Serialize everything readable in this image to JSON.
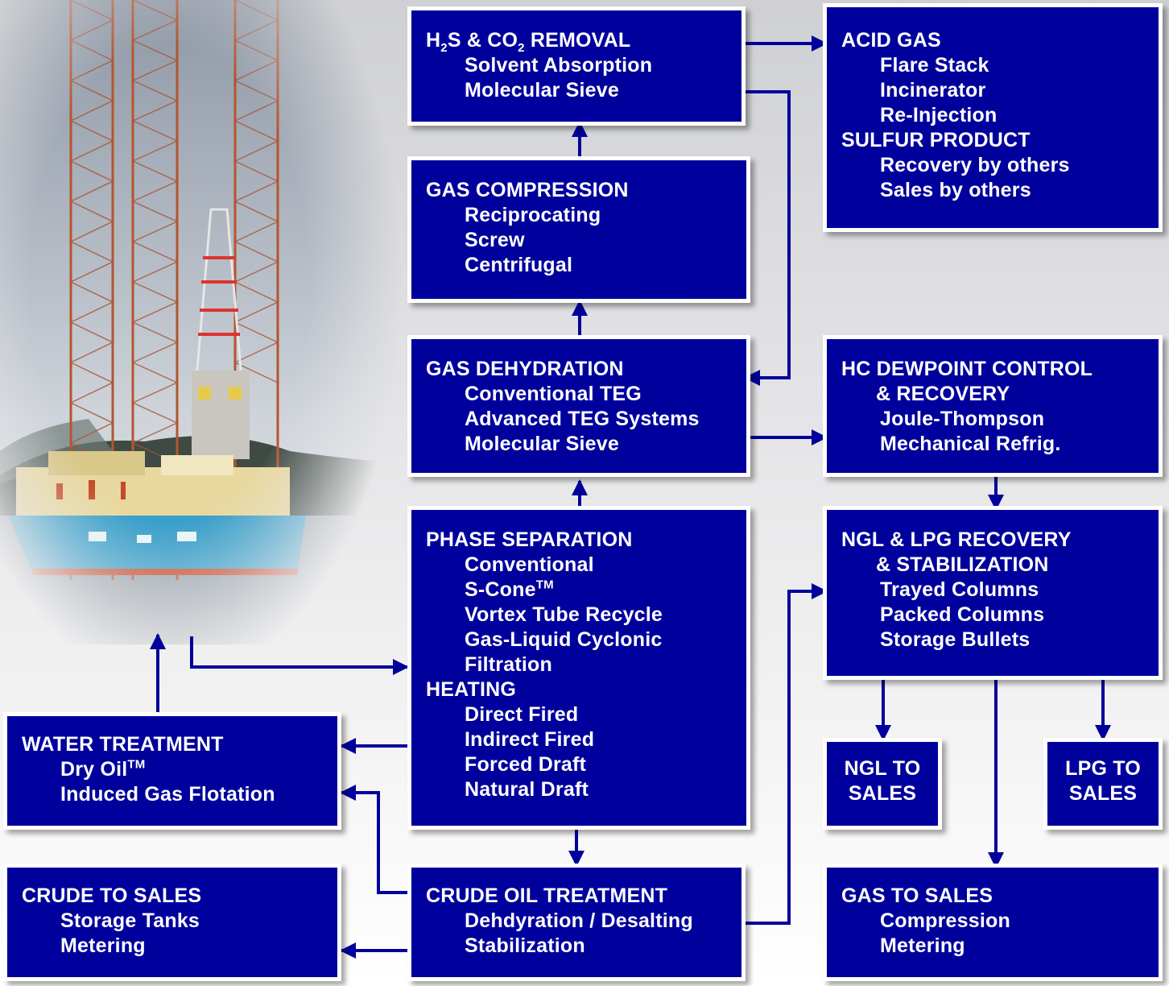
{
  "boxes": {
    "h2s": {
      "heading": {
        "h": "H",
        "h_sub": "2",
        "s_and": "S & CO",
        "co_sub": "2",
        "rest": " REMOVAL"
      },
      "items": [
        "Solvent Absorption",
        "Molecular Sieve"
      ]
    },
    "acid_gas": {
      "heading": "ACID GAS",
      "items": [
        "Flare Stack",
        "Incinerator",
        "Re-Injection"
      ],
      "heading2": "SULFUR PRODUCT",
      "items2": [
        "Recovery by others",
        "Sales by others"
      ]
    },
    "gas_compression": {
      "heading": "GAS COMPRESSION",
      "items": [
        "Reciprocating",
        "Screw",
        "Centrifugal"
      ]
    },
    "gas_dehydration": {
      "heading": "GAS DEHYDRATION",
      "items": [
        "Conventional TEG",
        "Advanced TEG Systems",
        "Molecular Sieve"
      ]
    },
    "hc_dewpoint": {
      "heading": "HC DEWPOINT CONTROL",
      "heading_cont": "& RECOVERY",
      "items": [
        "Joule-Thompson",
        "Mechanical Refrig."
      ]
    },
    "phase_separation": {
      "heading": "PHASE SEPARATION",
      "items": [
        "Conventional",
        "S-Cone",
        "Vortex Tube Recycle",
        "Gas-Liquid Cyclonic",
        "Filtration"
      ],
      "scone_tm": "TM",
      "heading2": "HEATING",
      "items2": [
        "Direct Fired",
        "Indirect Fired",
        "Forced Draft",
        "Natural Draft"
      ]
    },
    "ngl_lpg": {
      "heading": "NGL & LPG RECOVERY",
      "heading_cont": "& STABILIZATION",
      "items": [
        "Trayed Columns",
        "Packed Columns",
        "Storage Bullets"
      ]
    },
    "water_treatment": {
      "heading": "WATER TREATMENT",
      "items": [
        "Dry Oil",
        "Induced Gas Flotation"
      ],
      "dry_oil_tm": "TM"
    },
    "ngl_sales": {
      "line1": "NGL TO",
      "line2": "SALES"
    },
    "lpg_sales": {
      "line1": "LPG TO",
      "line2": "SALES"
    },
    "crude_sales": {
      "heading": "CRUDE TO SALES",
      "items": [
        "Storage Tanks",
        "Metering"
      ]
    },
    "crude_treatment": {
      "heading": "CRUDE OIL TREATMENT",
      "items": [
        "Dehdyration / Desalting",
        "Stabilization"
      ]
    },
    "gas_sales": {
      "heading": "GAS TO SALES",
      "items": [
        "Compression",
        "Metering"
      ]
    }
  },
  "colors": {
    "box_fill": "#00009c",
    "box_text": "#ffffff",
    "connector": "#00009c",
    "rig_hull": "#3a9fc9",
    "rig_deck": "#e8d8a0"
  },
  "icons": [
    "offshore-jackup-rig-photo"
  ]
}
